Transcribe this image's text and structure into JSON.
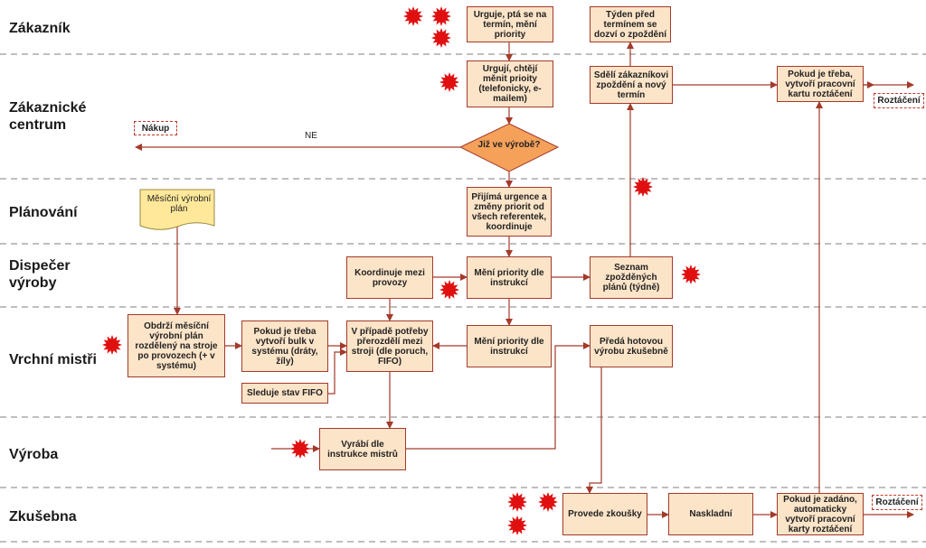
{
  "lanes": [
    {
      "id": "zakaznik",
      "label": "Zákazník"
    },
    {
      "id": "centrum",
      "label": "Zákaznické centrum"
    },
    {
      "id": "planovani",
      "label": "Plánování"
    },
    {
      "id": "dispecer",
      "label": "Dispečer výroby"
    },
    {
      "id": "mistri",
      "label": "Vrchní mistři"
    },
    {
      "id": "vyroba",
      "label": "Výroba"
    },
    {
      "id": "zkusebna",
      "label": "Zkušebna"
    }
  ],
  "boxes": {
    "urguje": "Urguje, ptá se na termín, mění priority",
    "tyden": "Týden před termínem se dozví o zpoždění",
    "urguji": "Urgují, chtějí měnit prioity (telefonicky, e-mailem)",
    "sdeli": "Sdělí zákazníkovi zpoždění a nový termín",
    "pokud_karta": "Pokud je třeba, vytvoří pracovní kartu roztáčení",
    "prijima": "Přijímá urgence a změny priorit od všech referentek, koordinuje",
    "koordinuje": "Koordinuje mezi provozy",
    "meni1": "Mění priority dle instrukcí",
    "seznam": "Seznam zpožděných plánů (týdně)",
    "obdrzi": "Obdrží měsíční výrobní plán rozdělený na stroje po provozech (+ v systému)",
    "bulk": "Pokud je třeba vytvoří bulk v systému (dráty, žíly)",
    "fifo": "Sleduje stav FIFO",
    "prerozdeli": "V případě potřeby přerozdělí mezi stroji (dle poruch, FIFO)",
    "meni2": "Mění priority dle instrukcí",
    "preda": "Předá hotovou výrobu zkušebně",
    "vyrabi": "Vyrábí dle instrukce mistrů",
    "provede": "Provede zkoušky",
    "naskladni": "Naskladní",
    "zadano": "Pokud je zadáno, automaticky vytvoří pracovní karty roztáčení"
  },
  "document": {
    "label": "Měsíční výrobní plán"
  },
  "decision": {
    "label": "Již ve výrobě?"
  },
  "externals": {
    "nakup": "Nákup",
    "roztaceni1": "Roztáčení",
    "roztaceni2": "Roztáčení"
  },
  "edge_labels": {
    "ne": "NE"
  },
  "colors": {
    "box_fill": "#fce4c8",
    "box_border": "#a33a2a",
    "decision_fill": "#f5a15a",
    "document_fill": "#ffe89a",
    "arrow": "#a33a2a",
    "lane_divider": "#999999",
    "burst": "#e01010"
  }
}
